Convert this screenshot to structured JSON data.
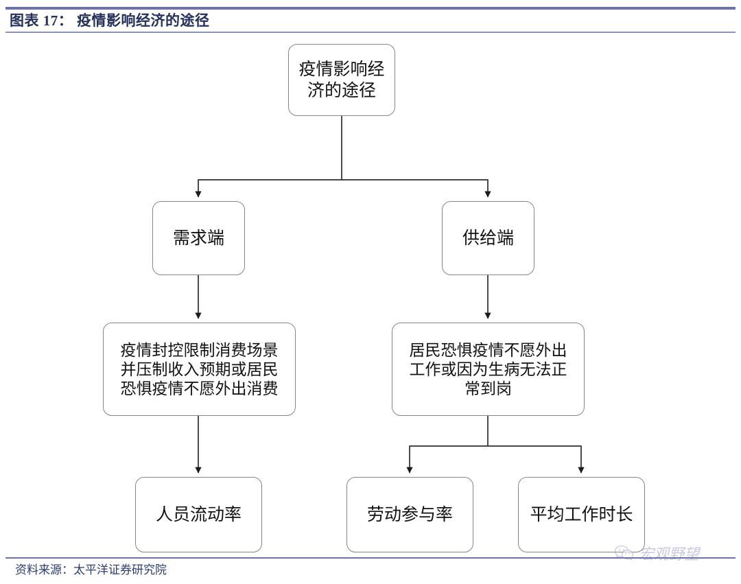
{
  "header": {
    "figure_label": "图表 17：",
    "title": "疫情影响经济的途径",
    "full_title": "图表 17： 疫情影响经济的途径",
    "rule_color": "#6a73ab",
    "title_color": "#23315c"
  },
  "footer": {
    "source_prefix": "资料来源：",
    "source_name": "太平洋证券研究院",
    "full_text": "资料来源：太平洋证券研究院",
    "rule_color": "#6a73ab",
    "text_color": "#2b3c70"
  },
  "watermark": {
    "text": "宏观野望",
    "logo_icon": "wechat-icon",
    "color": "#9aa0c2"
  },
  "chart_data": {
    "type": "diagram",
    "diagram_kind": "flowchart",
    "title": "疫情影响经济的途径",
    "orientation": "top-down",
    "node_border_color": "#868686",
    "node_fill": "#ffffff",
    "connector_color": "#2b2b2b",
    "nodes": [
      {
        "id": "root",
        "label": "疫情影响经\n济的途径",
        "level": 0
      },
      {
        "id": "demand",
        "label": "需求端",
        "level": 1
      },
      {
        "id": "supply",
        "label": "供给端",
        "level": 1
      },
      {
        "id": "dem_desc",
        "label": "疫情封控限制消费场景\n并压制收入预期或居民\n恐惧疫情不愿外出消费",
        "level": 2
      },
      {
        "id": "sup_desc",
        "label": "居民恐惧疫情不愿外出\n工作或因为生病无法正\n常到岗",
        "level": 2
      },
      {
        "id": "leaf1",
        "label": "人员流动率",
        "level": 3
      },
      {
        "id": "leaf2",
        "label": "劳动参与率",
        "level": 3
      },
      {
        "id": "leaf3",
        "label": "平均工作时长",
        "level": 3
      }
    ],
    "edges": [
      {
        "from": "root",
        "to": "demand",
        "style": "elbow",
        "arrow": true
      },
      {
        "from": "root",
        "to": "supply",
        "style": "elbow",
        "arrow": true
      },
      {
        "from": "demand",
        "to": "dem_desc",
        "style": "straight",
        "arrow": true
      },
      {
        "from": "supply",
        "to": "sup_desc",
        "style": "straight",
        "arrow": true
      },
      {
        "from": "dem_desc",
        "to": "leaf1",
        "style": "straight",
        "arrow": true
      },
      {
        "from": "sup_desc",
        "to": "leaf2",
        "style": "elbow",
        "arrow": true
      },
      {
        "from": "sup_desc",
        "to": "leaf3",
        "style": "elbow",
        "arrow": true
      }
    ]
  }
}
